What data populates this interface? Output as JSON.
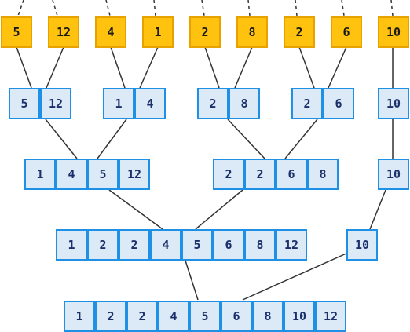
{
  "leaves": [
    "5",
    "12",
    "4",
    "1",
    "2",
    "8",
    "2",
    "6",
    "10"
  ],
  "level1": [
    [
      "5",
      "12"
    ],
    [
      "1",
      "4"
    ],
    [
      "2",
      "8"
    ],
    [
      "2",
      "6"
    ],
    [
      "10"
    ]
  ],
  "level2": [
    [
      "1",
      "4",
      "5",
      "12"
    ],
    [
      "2",
      "2",
      "6",
      "8"
    ],
    [
      "10"
    ]
  ],
  "level3": [
    [
      "1",
      "2",
      "2",
      "4",
      "5",
      "6",
      "8",
      "12"
    ],
    [
      "10"
    ]
  ],
  "level4": [
    [
      "1",
      "2",
      "2",
      "4",
      "5",
      "6",
      "8",
      "10",
      "12"
    ]
  ],
  "colors": {
    "leaf_fill": "#FFC20E",
    "leaf_border": "#E8A200",
    "array_fill": "#DCEAF7",
    "array_border": "#1E90E6",
    "text": "#1b2f6b",
    "connector": "#333333"
  }
}
